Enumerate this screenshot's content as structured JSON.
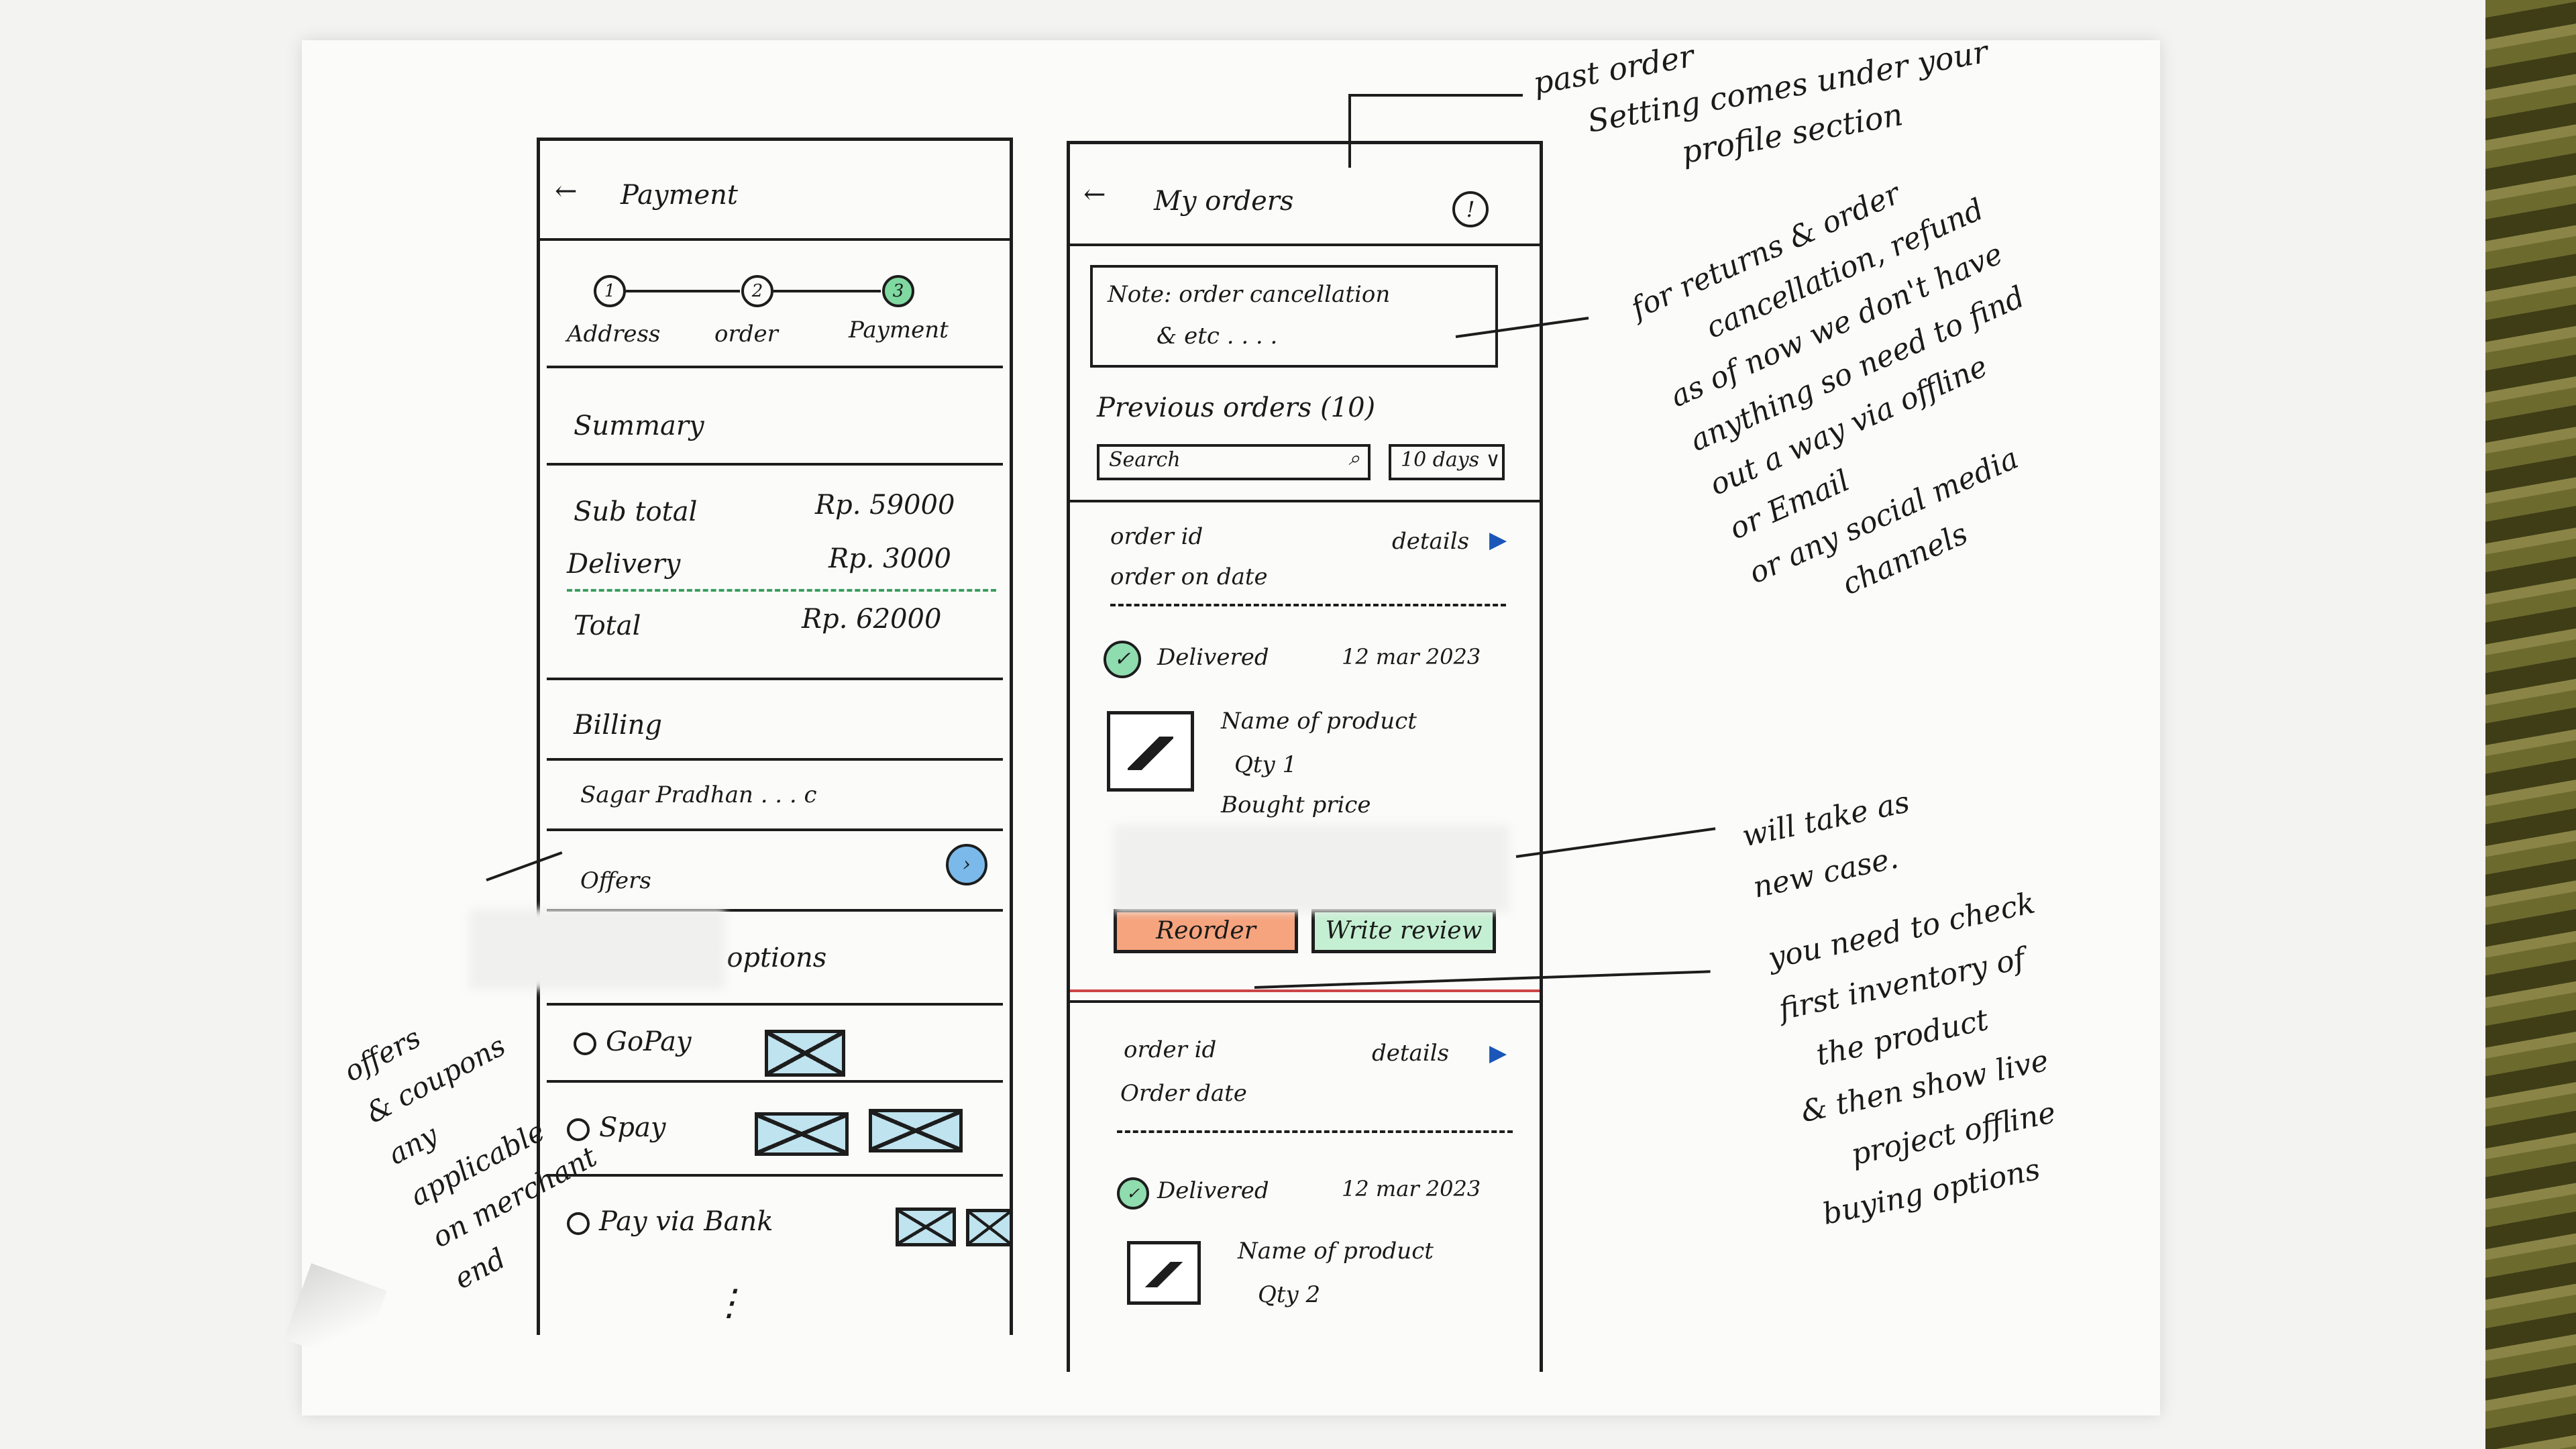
{
  "payment": {
    "back_icon": "arrow-left-icon",
    "title": "Payment",
    "steps": [
      {
        "num": "1",
        "label": "Address"
      },
      {
        "num": "2",
        "label": "order"
      },
      {
        "num": "3",
        "label": "Payment"
      }
    ],
    "summary_label": "Summary",
    "subtotal_label": "Sub total",
    "subtotal_value": "Rp. 59000",
    "delivery_label": "Delivery",
    "delivery_value": "Rp. 3000",
    "total_label": "Total",
    "total_value": "Rp. 62000",
    "billing_label": "Billing",
    "billing_value": "Sagar Pradhan . . .  c",
    "offers_label": "Offers",
    "payment_options_label": "d options",
    "options": [
      {
        "label": "GoPay"
      },
      {
        "label": "Spay"
      },
      {
        "label": "Pay via Bank"
      }
    ],
    "more": "⋮"
  },
  "orders": {
    "back_icon": "arrow-left-icon",
    "title": "My orders",
    "info_icon": "!",
    "note_line1": "Note:  order cancellation",
    "note_line2": "& etc . . . .",
    "previous_label": "Previous orders (10)",
    "search_placeholder": "Search",
    "filter_label": "10 days ∨",
    "order1": {
      "id_label": "order id",
      "date_label": "order on date",
      "details_label": "details",
      "status": "Delivered",
      "status_date": "12 mar 2023",
      "product_name": "Name of product",
      "qty": "Qty 1",
      "bought_price": "Bought price",
      "reorder_label": "Reorder",
      "review_label": "Write review"
    },
    "order2": {
      "id_label": "order id",
      "date_label": "Order date",
      "details_label": "details",
      "status": "Delivered",
      "status_date": "12 mar 2023",
      "product_name": "Name of product",
      "qty": "Qty 2"
    }
  },
  "annotations": {
    "top_right": [
      "past order",
      "Setting comes under your",
      "profile section"
    ],
    "cancellation": [
      "for returns & order",
      "cancellation, refund",
      "as of now we don't have",
      "anything so need to find",
      "out a way via offline",
      "or Email",
      "or any social media",
      "channels"
    ],
    "reorder": [
      "will take as",
      "new case.",
      "you need to check",
      "first inventory of",
      "the product",
      "& then show live",
      "project offline",
      "buying options"
    ],
    "offers_note": [
      "offers",
      "& coupons",
      "any",
      "applicable",
      "on merchant",
      "end"
    ]
  },
  "colors": {
    "accent_green": "#7fd9a0",
    "reorder_orange": "#f08a60",
    "offers_blue": "#7ab9ea",
    "ink": "#1d1d1d"
  }
}
